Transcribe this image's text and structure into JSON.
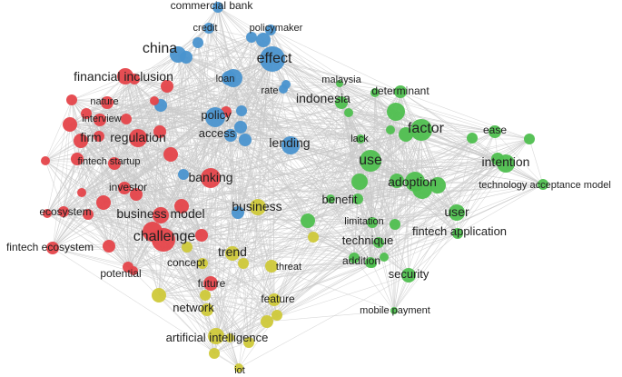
{
  "colors": {
    "red": "#e5454a",
    "green": "#4fbf4f",
    "blue": "#4a93cf",
    "yellow": "#cfc93a",
    "edge": "#c9c9c9",
    "label": "#222222"
  },
  "nodes": [
    {
      "id": "commercial-bank",
      "label": "commercial bank",
      "cluster": "blue"
    },
    {
      "id": "credit",
      "label": "credit",
      "cluster": "blue"
    },
    {
      "id": "policymaker",
      "label": "policymaker",
      "cluster": "blue"
    },
    {
      "id": "china",
      "label": "china",
      "cluster": "blue"
    },
    {
      "id": "effect",
      "label": "effect",
      "cluster": "blue"
    },
    {
      "id": "financial-inclusion",
      "label": "financial inclusion",
      "cluster": "red"
    },
    {
      "id": "loan",
      "label": "loan",
      "cluster": "blue"
    },
    {
      "id": "malaysia",
      "label": "malaysia",
      "cluster": "green"
    },
    {
      "id": "nature",
      "label": "nature",
      "cluster": "red"
    },
    {
      "id": "rate",
      "label": "rate",
      "cluster": "blue"
    },
    {
      "id": "determinant",
      "label": "determinant",
      "cluster": "green"
    },
    {
      "id": "indonesia",
      "label": "indonesia",
      "cluster": "green"
    },
    {
      "id": "interview",
      "label": "interview",
      "cluster": "red"
    },
    {
      "id": "policy",
      "label": "policy",
      "cluster": "blue"
    },
    {
      "id": "factor",
      "label": "factor",
      "cluster": "green"
    },
    {
      "id": "ease",
      "label": "ease",
      "cluster": "green"
    },
    {
      "id": "access",
      "label": "access",
      "cluster": "blue"
    },
    {
      "id": "firm",
      "label": "firm",
      "cluster": "red"
    },
    {
      "id": "regulation",
      "label": "regulation",
      "cluster": "red"
    },
    {
      "id": "lack",
      "label": "lack",
      "cluster": "green"
    },
    {
      "id": "lending",
      "label": "lending",
      "cluster": "blue"
    },
    {
      "id": "fintech-startup",
      "label": "fintech startup",
      "cluster": "red"
    },
    {
      "id": "use",
      "label": "use",
      "cluster": "green"
    },
    {
      "id": "intention",
      "label": "intention",
      "cluster": "green"
    },
    {
      "id": "banking",
      "label": "banking",
      "cluster": "red"
    },
    {
      "id": "adoption",
      "label": "adoption",
      "cluster": "green"
    },
    {
      "id": "investor",
      "label": "investor",
      "cluster": "red"
    },
    {
      "id": "technology-acceptance-model",
      "label": "technology acceptance model",
      "cluster": "green"
    },
    {
      "id": "benefit",
      "label": "benefit",
      "cluster": "green"
    },
    {
      "id": "ecosystem",
      "label": "ecosystem",
      "cluster": "red"
    },
    {
      "id": "business",
      "label": "business",
      "cluster": "yellow"
    },
    {
      "id": "business-model",
      "label": "business model",
      "cluster": "red"
    },
    {
      "id": "user",
      "label": "user",
      "cluster": "green"
    },
    {
      "id": "limitation",
      "label": "limitation",
      "cluster": "green"
    },
    {
      "id": "fintech-application",
      "label": "fintech application",
      "cluster": "green"
    },
    {
      "id": "challenge",
      "label": "challenge",
      "cluster": "red"
    },
    {
      "id": "technique",
      "label": "technique",
      "cluster": "green"
    },
    {
      "id": "fintech-ecosystem",
      "label": "fintech ecosystem",
      "cluster": "red"
    },
    {
      "id": "trend",
      "label": "trend",
      "cluster": "yellow"
    },
    {
      "id": "concept",
      "label": "concept",
      "cluster": "yellow"
    },
    {
      "id": "addition",
      "label": "addition",
      "cluster": "green"
    },
    {
      "id": "threat",
      "label": "threat",
      "cluster": "yellow"
    },
    {
      "id": "potential",
      "label": "potential",
      "cluster": "red"
    },
    {
      "id": "security",
      "label": "security",
      "cluster": "green"
    },
    {
      "id": "future",
      "label": "future",
      "cluster": "red"
    },
    {
      "id": "feature",
      "label": "feature",
      "cluster": "yellow"
    },
    {
      "id": "network",
      "label": "network",
      "cluster": "yellow"
    },
    {
      "id": "mobile-payment",
      "label": "mobile payment",
      "cluster": "green"
    },
    {
      "id": "artificial-intelligence",
      "label": "artificial intelligence",
      "cluster": "yellow"
    },
    {
      "id": "iot",
      "label": "iot",
      "cluster": "yellow"
    }
  ]
}
